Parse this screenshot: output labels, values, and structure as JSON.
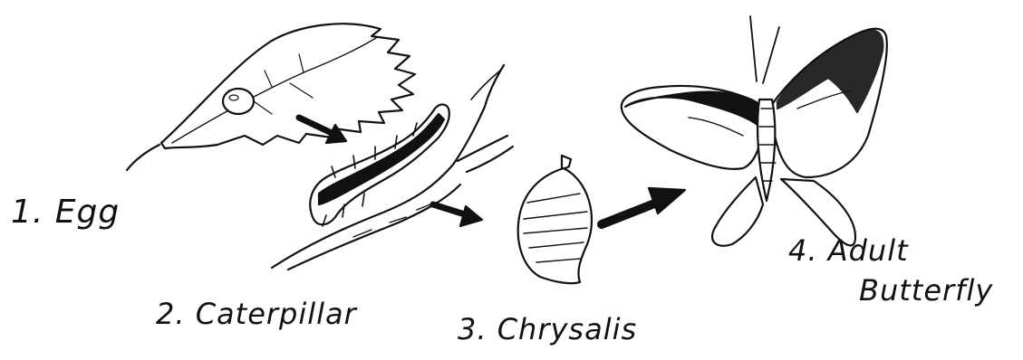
{
  "stages": [
    {
      "id": "egg",
      "label": "1. Egg"
    },
    {
      "id": "caterpillar",
      "label": "2. Caterpillar"
    },
    {
      "id": "chrysalis",
      "label": "3. Chrysalis"
    },
    {
      "id": "adult",
      "label_line1": "4. Adult",
      "label_line2": "Butterfly"
    }
  ],
  "colors": {
    "ink": "#111111",
    "paper": "#ffffff"
  }
}
